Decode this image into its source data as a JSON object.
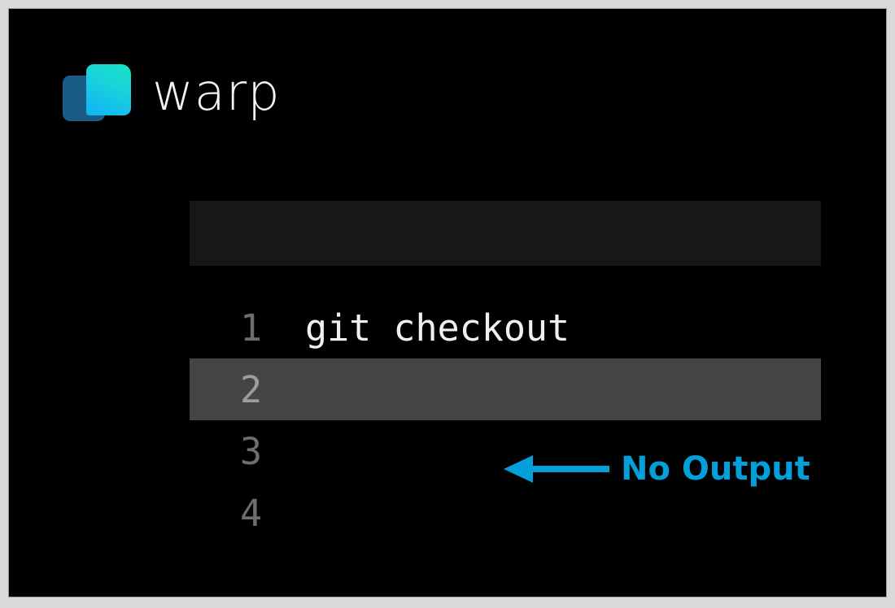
{
  "brand": {
    "wordmark": "warp",
    "logo_back_color": "#1b5c86",
    "logo_gradient_start": "#16e3c6",
    "logo_gradient_end": "#10b4ef"
  },
  "terminal": {
    "prompt_bar_placeholder": "",
    "prompt_bar_color": "#171717",
    "highlight_color": "#454545",
    "background_color": "#000000",
    "line_number_color": "#6e6e6e",
    "text_color": "#f0f0f0",
    "lines": [
      {
        "number": "1",
        "text": "git checkout",
        "highlighted": false
      },
      {
        "number": "2",
        "text": "",
        "highlighted": true
      },
      {
        "number": "3",
        "text": "",
        "highlighted": false
      },
      {
        "number": "4",
        "text": "",
        "highlighted": false
      }
    ]
  },
  "annotation": {
    "label": "No Output",
    "color": "#029fd9",
    "direction": "left"
  }
}
